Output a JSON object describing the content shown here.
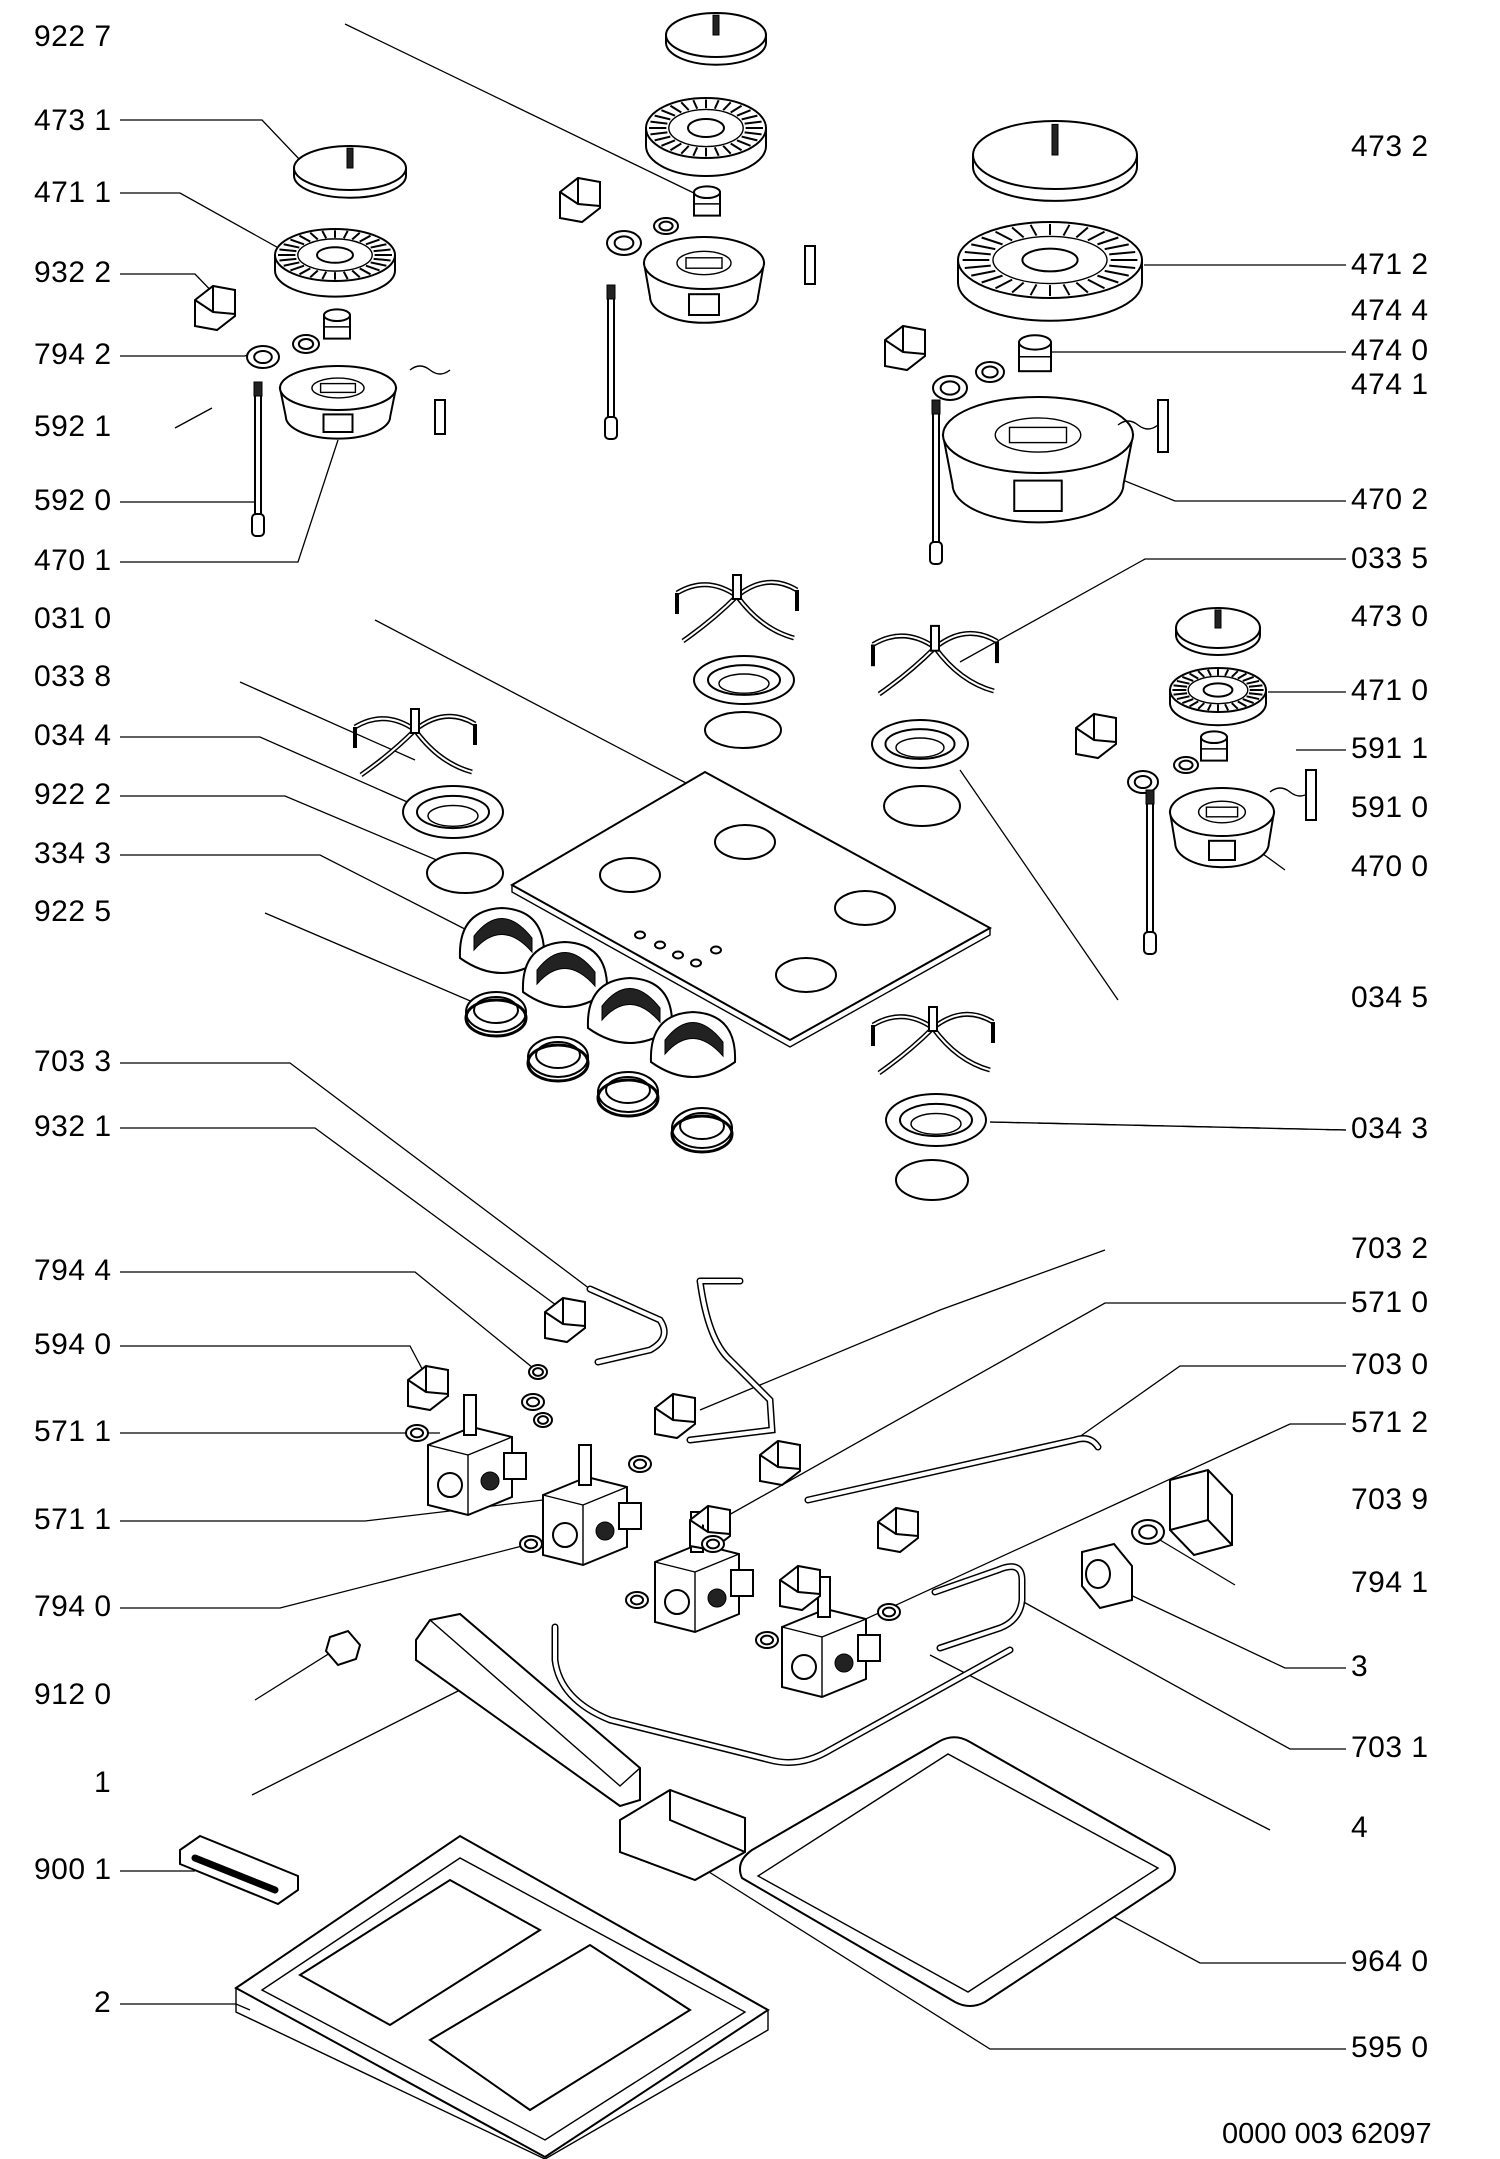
{
  "diagram": {
    "labels_left": [
      "922 7",
      "473 1",
      "471 1",
      "932 2",
      "794 2",
      "592 1",
      "592 0",
      "470 1",
      "031 0",
      "033 8",
      "034 4",
      "922 2",
      "334 3",
      "922 5",
      "703 3",
      "932 1",
      "794 4",
      "594 0",
      "571 1",
      "571 1",
      "794 0",
      "912 0",
      "1",
      "900 1",
      "2"
    ],
    "labels_right": [
      "473 2",
      "471 2",
      "474 4",
      "474 0",
      "474 1",
      "470 2",
      "033 5",
      "473 0",
      "471 0",
      "591 1",
      "591 0",
      "470 0",
      "034 5",
      "034 3",
      "703 2",
      "571 0",
      "703 0",
      "571 2",
      "703 9",
      "794 1",
      "3",
      "703 1",
      "4",
      "964 0",
      "595 0"
    ],
    "document_number": "0000 003 62097"
  }
}
